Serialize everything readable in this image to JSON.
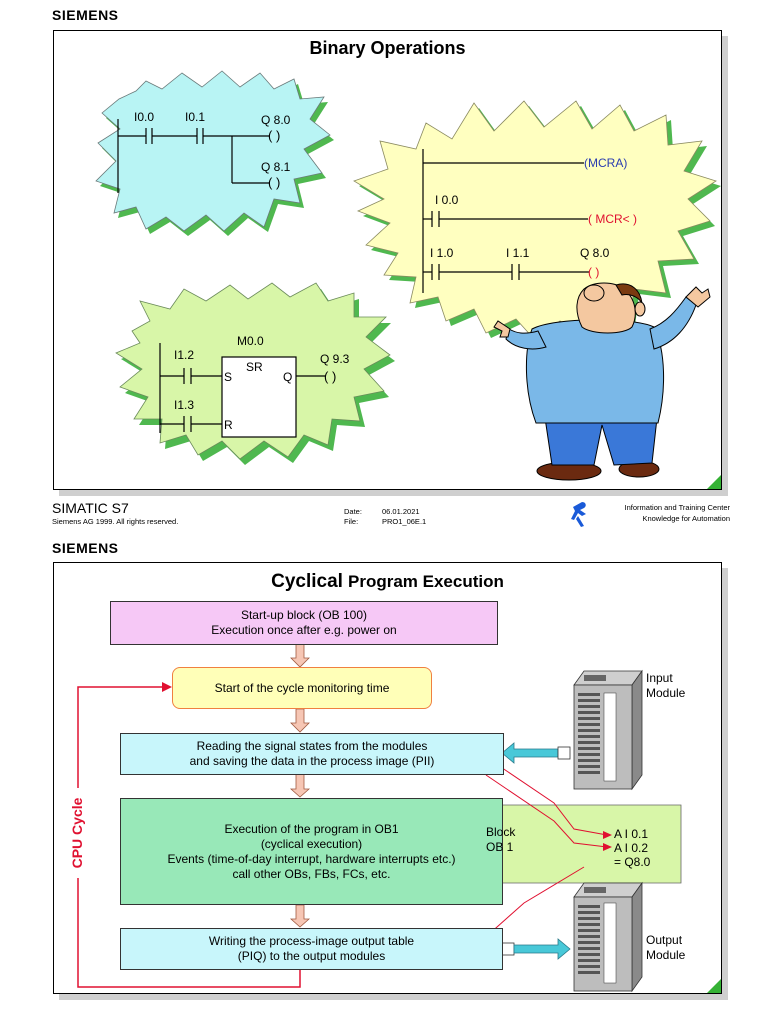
{
  "brand": "SIEMENS",
  "slide1": {
    "title": "Binary Operations",
    "cyan": {
      "i00": "I0.0",
      "i01": "I0.1",
      "q80": "Q 8.0",
      "q81": "Q 8.1",
      "coil": "( )"
    },
    "yellow": {
      "mcra": "(MCRA)",
      "i00": "I 0.0",
      "mcr": "( MCR< )",
      "i10": "I 1.0",
      "i11": "I 1.1",
      "q80": "Q 8.0",
      "coil": "(  )"
    },
    "green": {
      "m00": "M0.0",
      "sr": "SR",
      "i12": "I1.2",
      "i13": "I1.3",
      "s": "S",
      "r": "R",
      "q": "Q",
      "q93": "Q 9.3",
      "coil": "( )"
    }
  },
  "footer": {
    "product": "SIMATIC S7",
    "copyright": "Siemens AG 1999. All rights reserved.",
    "date_label": "Date:",
    "date_value": "06.01.2021",
    "file_label": "File:",
    "file_value": "PRO1_06E.1",
    "center_line1": "Information and Training Center",
    "center_line2": "Knowledge for Automation"
  },
  "slide2": {
    "title_bold": "Cyclical",
    "title_rest": "Program Execution",
    "startup_line1": "Start-up block (OB 100)",
    "startup_line2": "Execution once after e.g. power on",
    "cycle_monitor": "Start of the cycle monitoring time",
    "reading_line1": "Reading the signal states from the modules",
    "reading_line2": "and saving the data in the process image (PII)",
    "exec_line1": "Execution of the program in OB1",
    "exec_line2": "(cyclical execution)",
    "exec_line3": "Events (time-of-day interrupt, hardware interrupts etc.)",
    "exec_line4": "call other OBs, FBs, FCs, etc.",
    "writing_line1": "Writing the process-image output table",
    "writing_line2": "(PIQ) to the output modules",
    "cpu_cycle": "CPU Cycle",
    "block_line1": "Block",
    "block_line2": "OB 1",
    "code_line1": "A I 0.1",
    "code_line2": "A I 0.2",
    "code_line3": "= Q8.0",
    "input_line1": "Input",
    "input_line2": "Module",
    "output_line1": "Output",
    "output_line2": "Module"
  },
  "colors": {
    "cyan_burst": "#b8f4f4",
    "yellow_burst": "#ffffc0",
    "green_burst": "#d8f6a8",
    "burst_shadow": "#4fb84f",
    "pink_box": "#f6c8f6",
    "yellow_box": "#ffffb8",
    "cyan_box": "#c8f6fb",
    "green_box": "#98e8b8",
    "arrow_fill": "#f6c6b4",
    "red": "#e01030",
    "blue_text": "#2a3cb0"
  }
}
